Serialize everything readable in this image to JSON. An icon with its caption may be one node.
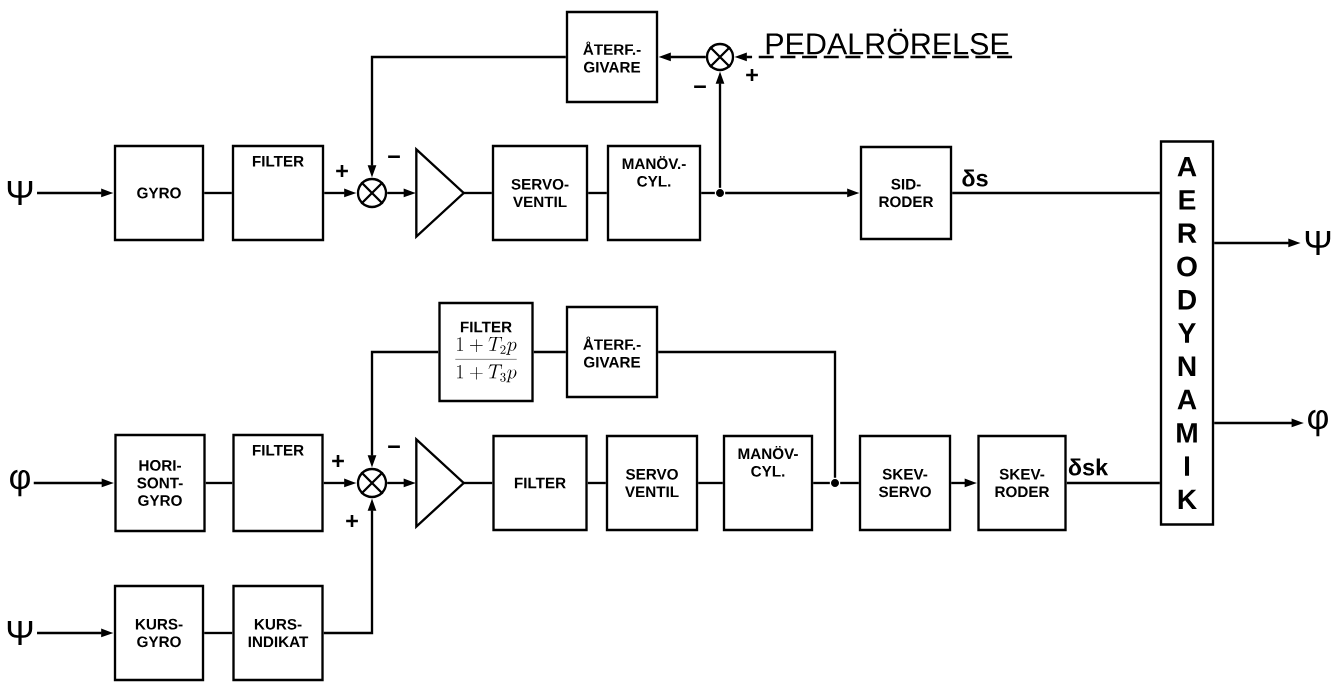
{
  "diagram": {
    "nodes": [
      {
        "text": [
          "ÅTERF.- GIVARE"
        ]
      },
      {
        "text": [],
        "shape": "circle"
      },
      {
        "text": [
          "PEDALRÖRELSE"
        ]
      },
      {
        "text": [
          "Ψ"
        ]
      },
      {
        "text": [
          "GYRO"
        ]
      },
      {
        "text": [
          "FILTER"
        ]
      },
      {
        "text": [],
        "shape": "circle"
      },
      {
        "text": [],
        "shape": "triangle"
      },
      {
        "text": [
          "SERVO- VENTIL"
        ]
      },
      {
        "text": [
          "MANÖV.- CYL."
        ]
      },
      {
        "text": [],
        "shape": "dot"
      },
      {
        "text": [
          "SID- RODER"
        ]
      },
      {
        "text": [
          "AERODYNAMIK"
        ]
      },
      {
        "text": [
          "Ψ"
        ]
      },
      {
        "text": [
          "φ"
        ]
      },
      {
        "text": [
          "FILTER",
          "\\frac{1+T_2 p}{1+T_3 p}"
        ]
      },
      {
        "text": [
          "ÅTERF.- GIVARE"
        ]
      },
      {
        "text": [
          "φ"
        ]
      },
      {
        "text": [
          "HORI- SONT- GYRO"
        ]
      },
      {
        "text": [
          "FILTER"
        ]
      },
      {
        "text": [],
        "shape": "circle"
      },
      {
        "text": [],
        "shape": "triangle"
      },
      {
        "text": [
          "FILTER"
        ]
      },
      {
        "text": [
          "SERVO VENTIL"
        ]
      },
      {
        "text": [
          "MANÖV- CYL."
        ]
      },
      {
        "text": [],
        "shape": "dot"
      },
      {
        "text": [
          "SKEV- SERVO"
        ]
      },
      {
        "text": [
          "SKEV- RODER"
        ]
      },
      {
        "text": [
          "Ψ"
        ]
      },
      {
        "text": [
          "KURS- GYRO"
        ]
      },
      {
        "text": [
          "KURS- INDIKAT"
        ]
      }
    ],
    "edges": [
      {
        "from": 3,
        "to": 4,
        "arrow": "to"
      },
      {
        "from": 4,
        "to": 5,
        "arrow": "none"
      },
      {
        "from": 5,
        "to": 6,
        "arrow": "to",
        "label": "+"
      },
      {
        "from": 0,
        "to": 6,
        "arrow": "to",
        "label": "−"
      },
      {
        "from": 6,
        "to": 7,
        "arrow": "to"
      },
      {
        "from": 7,
        "to": 8,
        "arrow": "none"
      },
      {
        "from": 8,
        "to": 9,
        "arrow": "none"
      },
      {
        "from": 9,
        "to": 10,
        "arrow": "none"
      },
      {
        "from": 10,
        "to": 11,
        "arrow": "to"
      },
      {
        "from": 10,
        "to": 1,
        "arrow": "to",
        "label": "−"
      },
      {
        "from": 2,
        "to": 1,
        "arrow": "to",
        "label": "+",
        "style": "dashed"
      },
      {
        "from": 1,
        "to": 0,
        "arrow": "to"
      },
      {
        "from": 11,
        "to": 12,
        "arrow": "none",
        "label": "δs"
      },
      {
        "from": 12,
        "to": 13,
        "arrow": "to"
      },
      {
        "from": 12,
        "to": 14,
        "arrow": "to"
      },
      {
        "from": 17,
        "to": 18,
        "arrow": "to"
      },
      {
        "from": 18,
        "to": 19,
        "arrow": "none"
      },
      {
        "from": 19,
        "to": 20,
        "arrow": "to",
        "label": "+"
      },
      {
        "from": 15,
        "to": 20,
        "arrow": "to",
        "label": "−"
      },
      {
        "from": 16,
        "to": 15,
        "arrow": "none"
      },
      {
        "from": 25,
        "to": 16,
        "arrow": "none"
      },
      {
        "from": 30,
        "to": 20,
        "arrow": "to",
        "label": "+"
      },
      {
        "from": 28,
        "to": 29,
        "arrow": "to"
      },
      {
        "from": 29,
        "to": 30,
        "arrow": "none"
      },
      {
        "from": 20,
        "to": 21,
        "arrow": "to"
      },
      {
        "from": 21,
        "to": 22,
        "arrow": "none"
      },
      {
        "from": 22,
        "to": 23,
        "arrow": "none"
      },
      {
        "from": 23,
        "to": 24,
        "arrow": "none"
      },
      {
        "from": 24,
        "to": 25,
        "arrow": "none"
      },
      {
        "from": 25,
        "to": 26,
        "arrow": "none"
      },
      {
        "from": 26,
        "to": 27,
        "arrow": "to"
      },
      {
        "from": 27,
        "to": 12,
        "arrow": "none",
        "label": "δsk"
      }
    ]
  }
}
